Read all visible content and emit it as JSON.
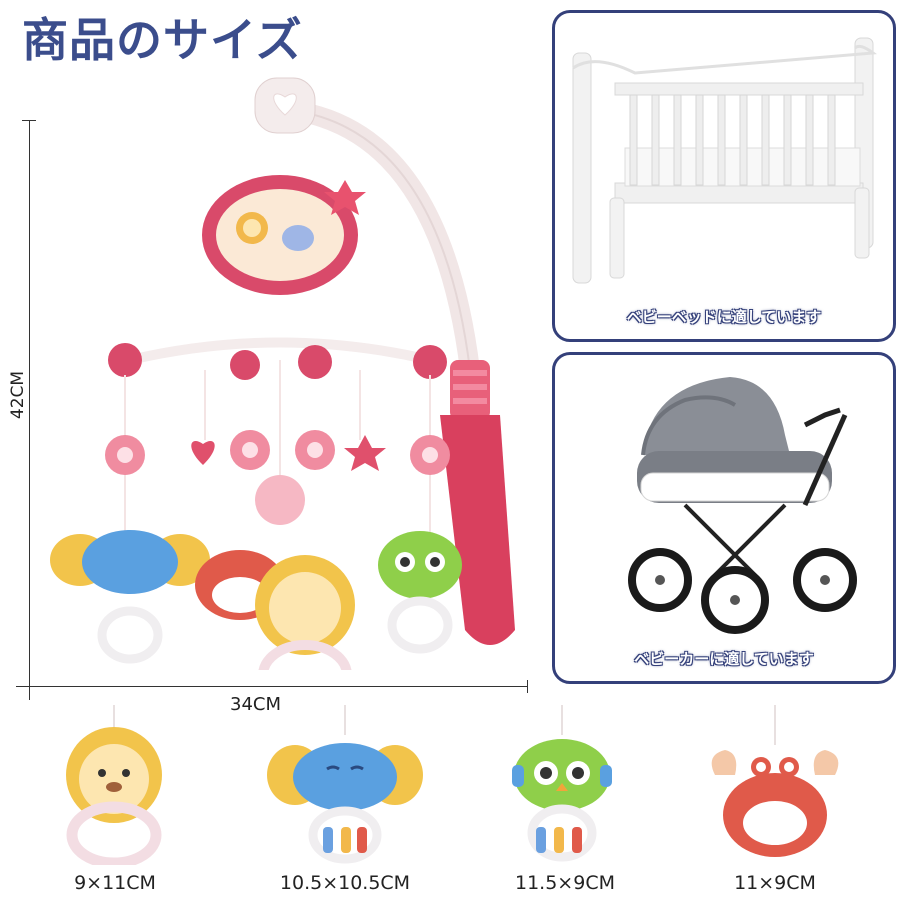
{
  "page": {
    "title": "商品のサイズ"
  },
  "dimensions": {
    "height_label": "42CM",
    "width_label": "34CM"
  },
  "cards": [
    {
      "caption": "ベビーベッドに適しています",
      "icon": "crib-image"
    },
    {
      "caption": "ベビーカーに適しています",
      "icon": "stroller-image"
    }
  ],
  "toys": [
    {
      "size": "9×11CM",
      "icon": "lion-rattle"
    },
    {
      "size": "10.5×10.5CM",
      "icon": "elephant-rattle"
    },
    {
      "size": "11.5×9CM",
      "icon": "owl-rattle"
    },
    {
      "size": "11×9CM",
      "icon": "crab-rattle"
    }
  ],
  "colors": {
    "title": "#3b4d8c",
    "card_border": "#34407a",
    "mobile_pink": "#d94a6a"
  }
}
